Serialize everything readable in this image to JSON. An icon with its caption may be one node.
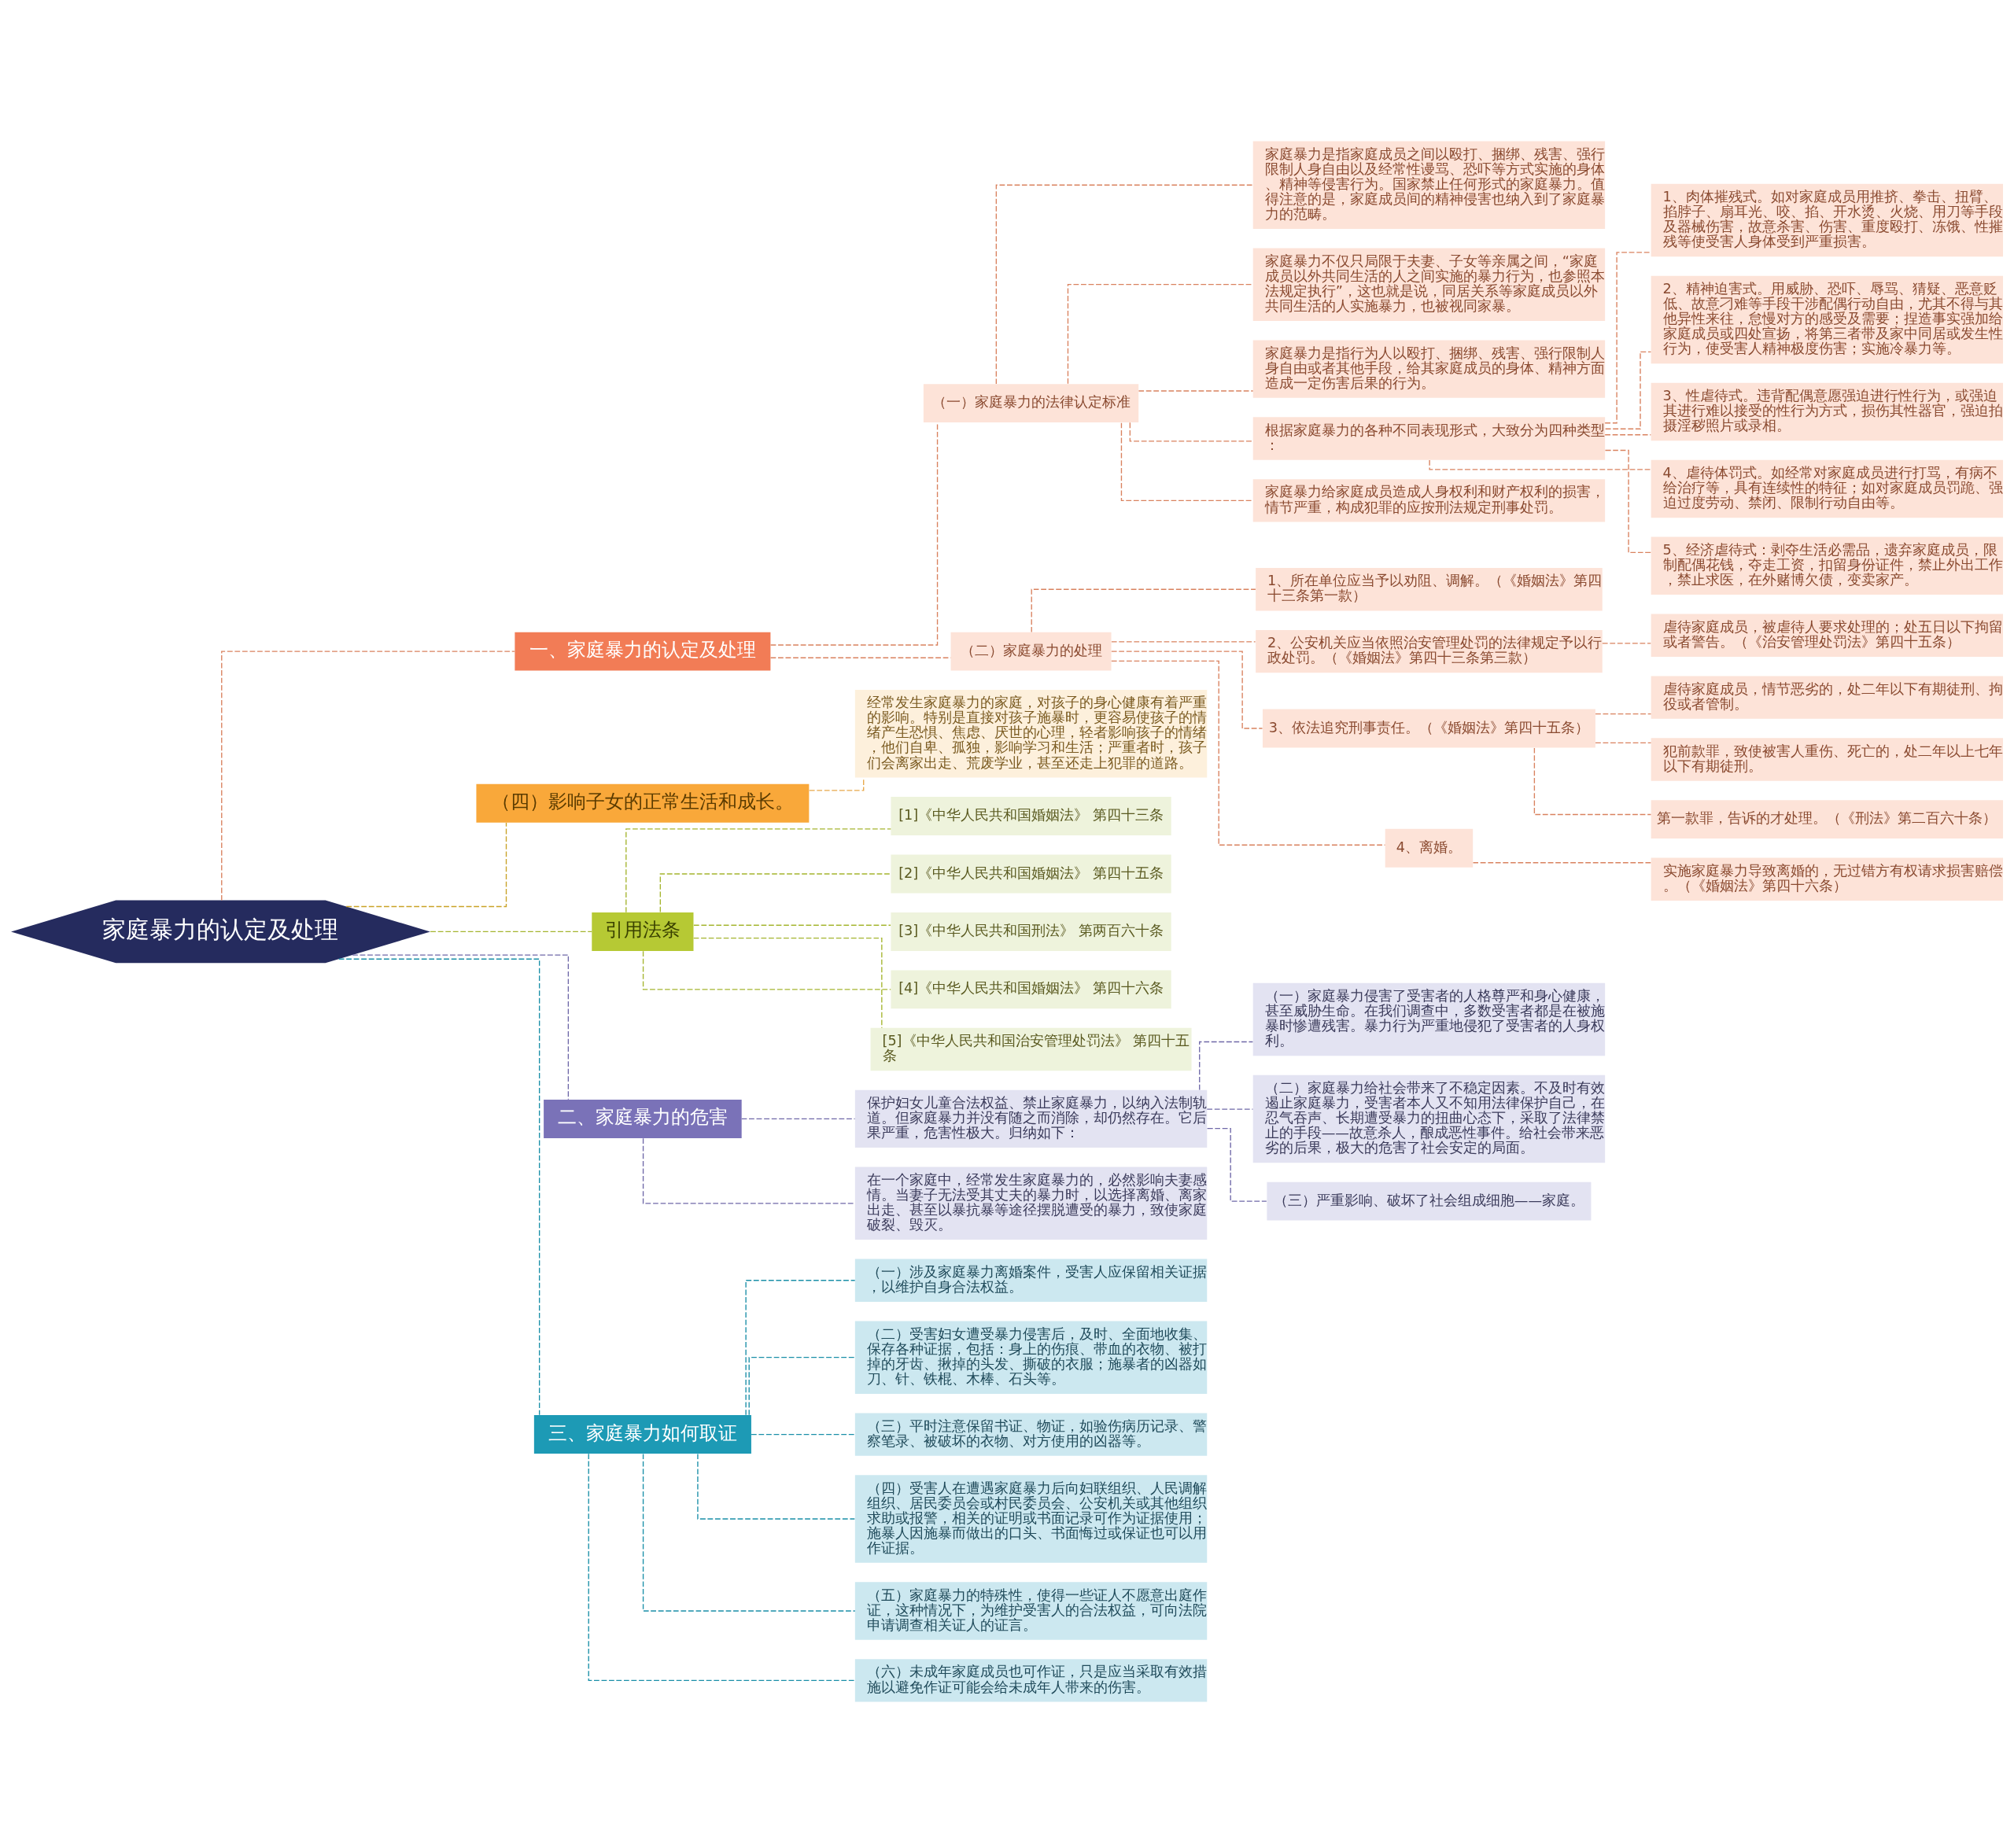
{
  "diagram": {
    "nodes": [
      {
        "text": [
          "家庭暴力的认定及处理"
        ]
      },
      {
        "text": [
          "一、家庭暴力的认定及处理"
        ]
      },
      {
        "text": [
          "（一）家庭暴力的法律认定标准"
        ]
      },
      {
        "text": [
          "家庭暴力是指家庭成员之间以殴打、捆绑、残害、强行限制人身自由以及经常性谩骂、恐吓等方式实施的身体、精神等侵害行为。国家禁止任何形式的家庭暴力。值得注意的是，家庭成员间的精神侵害也纳入到了家庭暴力的范畴。"
        ]
      },
      {
        "text": [
          "家庭暴力不仅只局限于夫妻、子女等亲属之间，“家庭成员以外共同生活的人之间实施的暴力行为，也参照本法规定执行”，这也就是说，同居关系等家庭成员以外共同生活的人实施暴力，也被视同家暴。"
        ]
      },
      {
        "text": [
          "家庭暴力是指行为人以殴打、捆绑、残害、强行限制人身自由或者其他手段，给其家庭成员的身体、精神方面造成一定伤害后果的行为。"
        ]
      },
      {
        "text": [
          "根据家庭暴力的各种不同表现形式，大致分为四种类型："
        ]
      },
      {
        "text": [
          "1、肉体摧残式。如对家庭成员用推挤、拳击、扭臂、掐脖子、扇耳光、咬、掐、开水烫、火烧、用刀等手段及器械伤害，故意杀害、伤害、重度殴打、冻饿、性摧残等使受害人身体受到严重损害。"
        ]
      },
      {
        "text": [
          "2、精神迫害式。用威胁、恐吓、辱骂、猜疑、恶意贬低、故意刁难等手段干涉配偶行动自由，尤其不得与其他异性来往，怠慢对方的感受及需要；捏造事实强加给家庭成员或四处宣扬，将第三者带及家中同居或发生性行为，使受害人精神极度伤害；实施冷暴力等。"
        ]
      },
      {
        "text": [
          "3、性虐待式。违背配偶意愿强迫进行性行为，或强迫其进行难以接受的性行为方式，损伤其性器官，强迫拍摄淫秽照片或录相。"
        ]
      },
      {
        "text": [
          "4、虐待体罚式。如经常对家庭成员进行打骂，有病不给治疗等，具有连续性的特征；如对家庭成员罚跪、强迫过度劳动、禁闭、限制行动自由等。"
        ]
      },
      {
        "text": [
          "5、经济虐待式：剥夺生活必需品，遗弃家庭成员，限制配偶花钱，夺走工资，扣留身份证件，禁止外出工作，禁止求医，在外赌博欠债，变卖家产。"
        ]
      },
      {
        "text": [
          "家庭暴力给家庭成员造成人身权利和财产权利的损害，情节严重，构成犯罪的应按刑法规定刑事处罚。"
        ]
      },
      {
        "text": [
          "（二）家庭暴力的处理"
        ]
      },
      {
        "text": [
          "1、所在单位应当予以劝阻、调解。（《婚姻法》第四十三条第一款）"
        ]
      },
      {
        "text": [
          "2、公安机关应当依照治安管理处罚的法律规定予以行政处罚。（《婚姻法》第四十三条第三款）"
        ]
      },
      {
        "text": [
          "虐待家庭成员，被虐待人要求处理的；处五日以下拘留或者警告。（《治安管理处罚法》第四十五条）"
        ]
      },
      {
        "text": [
          "3、依法追究刑事责任。（《婚姻法》第四十五条）"
        ]
      },
      {
        "text": [
          "虐待家庭成员，情节恶劣的，处二年以下有期徒刑、拘役或者管制。"
        ]
      },
      {
        "text": [
          "犯前款罪，致使被害人重伤、死亡的，处二年以上七年以下有期徒刑。"
        ]
      },
      {
        "text": [
          "第一款罪，告诉的才处理。（《刑法》第二百六十条）"
        ]
      },
      {
        "text": [
          "4、离婚。"
        ]
      },
      {
        "text": [
          "实施家庭暴力导致离婚的，无过错方有权请求损害赔偿。（《婚姻法》第四十六条）"
        ]
      },
      {
        "text": [
          "（四）影响子女的正常生活和成长。"
        ]
      },
      {
        "text": [
          "经常发生家庭暴力的家庭，对孩子的身心健康有着严重的影响。特别是直接对孩子施暴时，更容易使孩子的情绪产生恐惧、焦虑、厌世的心理，轻者影响孩子的情绪，他们自卑、孤独，影响学习和生活；严重者时，孩子们会离家出走、荒废学业，甚至还走上犯罪的道路。"
        ]
      },
      {
        "text": [
          "引用法条"
        ]
      },
      {
        "text": [
          "[1]《中华人民共和国婚姻法》 第四十三条"
        ]
      },
      {
        "text": [
          "[2]《中华人民共和国婚姻法》 第四十五条"
        ]
      },
      {
        "text": [
          "[3]《中华人民共和国刑法》 第两百六十条"
        ]
      },
      {
        "text": [
          "[4]《中华人民共和国婚姻法》 第四十六条"
        ]
      },
      {
        "text": [
          "[5]《中华人民共和国治安管理处罚法》 第四十五条"
        ]
      },
      {
        "text": [
          "二、家庭暴力的危害"
        ]
      },
      {
        "text": [
          "保护妇女儿童合法权益、禁止家庭暴力，以纳入法制轨道。但家庭暴力并没有随之而消除，却仍然存在。它后果严重，危害性极大。归纳如下："
        ]
      },
      {
        "text": [
          "（一）家庭暴力侵害了受害者的人格尊严和身心健康，甚至威胁生命。在我们调查中，多数受害者都是在被施暴时惨遭残害。暴力行为严重地侵犯了受害者的人身权利。"
        ]
      },
      {
        "text": [
          "（二）家庭暴力给社会带来了不稳定因素。不及时有效遏止家庭暴力，受害者本人又不知用法律保护自己，在忍气吞声、长期遭受暴力的扭曲心态下，采取了法律禁止的手段——故意杀人，酿成恶性事件。给社会带来恶劣的后果，极大的危害了社会安定的局面。"
        ]
      },
      {
        "text": [
          "（三）严重影响、破坏了社会组成细胞——家庭。"
        ]
      },
      {
        "text": [
          "在一个家庭中，经常发生家庭暴力的，必然影响夫妻感情。当妻子无法受其丈夫的暴力时，以选择离婚、离家出走、甚至以暴抗暴等途径摆脱遭受的暴力，致使家庭破裂、毁灭。"
        ]
      },
      {
        "text": [
          "三、家庭暴力如何取证"
        ]
      },
      {
        "text": [
          "（一）涉及家庭暴力离婚案件，受害人应保留相关证据，以维护自身合法权益。"
        ]
      },
      {
        "text": [
          "（二）受害妇女遭受暴力侵害后，及时、全面地收集、保存各种证据，包括：身上的伤痕、带血的衣物、被打掉的牙齿、揪掉的头发、撕破的衣服；施暴者的凶器如刀、针、铁棍、木棒、石头等。"
        ]
      },
      {
        "text": [
          "（三）平时注意保留书证、物证，如验伤病历记录、警察笔录、被破坏的衣物、对方使用的凶器等。"
        ]
      },
      {
        "text": [
          "（四）受害人在遭遇家庭暴力后向妇联组织、人民调解组织、居民委员会或村民委员会、公安机关或其他组织求助或报警，相关的证明或书面记录可作为证据使用；施暴人因施暴而做出的口头、书面悔过或保证也可以用作证据。"
        ]
      },
      {
        "text": [
          "（五）家庭暴力的特殊性，使得一些证人不愿意出庭作证，这种情况下，为维护受害人的合法权益，可向法院申请调查相关证人的证言。"
        ]
      },
      {
        "text": [
          "（六）未成年家庭成员也可作证，只是应当采取有效措施以避免作证可能会给未成年人带来的伤害。"
        ]
      }
    ],
    "edges": [
      {
        "from": 0,
        "to": 1,
        "arrow": "none",
        "style": "dashed"
      },
      {
        "from": 1,
        "to": 2,
        "arrow": "none",
        "style": "dashed"
      },
      {
        "from": 2,
        "to": 3,
        "arrow": "none",
        "style": "dashed"
      },
      {
        "from": 2,
        "to": 4,
        "arrow": "none",
        "style": "dashed"
      },
      {
        "from": 2,
        "to": 5,
        "arrow": "none",
        "style": "dashed"
      },
      {
        "from": 2,
        "to": 6,
        "arrow": "none",
        "style": "dashed"
      },
      {
        "from": 6,
        "to": 7,
        "arrow": "none",
        "style": "dashed"
      },
      {
        "from": 6,
        "to": 8,
        "arrow": "none",
        "style": "dashed"
      },
      {
        "from": 6,
        "to": 9,
        "arrow": "none",
        "style": "dashed"
      },
      {
        "from": 6,
        "to": 10,
        "arrow": "none",
        "style": "dashed"
      },
      {
        "from": 6,
        "to": 11,
        "arrow": "none",
        "style": "dashed"
      },
      {
        "from": 2,
        "to": 12,
        "arrow": "none",
        "style": "dashed"
      },
      {
        "from": 1,
        "to": 13,
        "arrow": "none",
        "style": "dashed"
      },
      {
        "from": 13,
        "to": 14,
        "arrow": "none",
        "style": "dashed"
      },
      {
        "from": 13,
        "to": 15,
        "arrow": "none",
        "style": "dashed"
      },
      {
        "from": 15,
        "to": 16,
        "arrow": "none",
        "style": "dashed"
      },
      {
        "from": 13,
        "to": 17,
        "arrow": "none",
        "style": "dashed"
      },
      {
        "from": 17,
        "to": 18,
        "arrow": "none",
        "style": "dashed"
      },
      {
        "from": 17,
        "to": 19,
        "arrow": "none",
        "style": "dashed"
      },
      {
        "from": 17,
        "to": 20,
        "arrow": "none",
        "style": "dashed"
      },
      {
        "from": 13,
        "to": 21,
        "arrow": "none",
        "style": "dashed"
      },
      {
        "from": 21,
        "to": 22,
        "arrow": "none",
        "style": "dashed"
      },
      {
        "from": 0,
        "to": 23,
        "arrow": "none",
        "style": "dashed",
        "color": "#c9a227"
      },
      {
        "from": 23,
        "to": 24,
        "arrow": "none",
        "style": "dashed",
        "color": "#e8a84a"
      },
      {
        "from": 0,
        "to": 25,
        "arrow": "none",
        "style": "dashed",
        "color": "#a5b52f"
      },
      {
        "from": 25,
        "to": 26,
        "arrow": "none",
        "style": "dashed",
        "color": "#a5b52f"
      },
      {
        "from": 25,
        "to": 27,
        "arrow": "none",
        "style": "dashed",
        "color": "#a5b52f"
      },
      {
        "from": 25,
        "to": 28,
        "arrow": "none",
        "style": "dashed",
        "color": "#a5b52f"
      },
      {
        "from": 25,
        "to": 29,
        "arrow": "none",
        "style": "dashed",
        "color": "#a5b52f"
      },
      {
        "from": 25,
        "to": 30,
        "arrow": "none",
        "style": "dashed",
        "color": "#a5b52f"
      },
      {
        "from": 0,
        "to": 31,
        "arrow": "none",
        "style": "dashed",
        "color": "#6f68a8"
      },
      {
        "from": 31,
        "to": 32,
        "arrow": "none",
        "style": "dashed",
        "color": "#6f68a8"
      },
      {
        "from": 32,
        "to": 33,
        "arrow": "none",
        "style": "dashed",
        "color": "#6f68a8"
      },
      {
        "from": 32,
        "to": 34,
        "arrow": "none",
        "style": "dashed",
        "color": "#6f68a8"
      },
      {
        "from": 32,
        "to": 35,
        "arrow": "none",
        "style": "dashed",
        "color": "#6f68a8"
      },
      {
        "from": 31,
        "to": 36,
        "arrow": "none",
        "style": "dashed",
        "color": "#6f68a8"
      },
      {
        "from": 0,
        "to": 37,
        "arrow": "none",
        "style": "dashed",
        "color": "#1a8fa8"
      },
      {
        "from": 37,
        "to": 38,
        "arrow": "none",
        "style": "dashed",
        "color": "#1a8fa8"
      },
      {
        "from": 37,
        "to": 39,
        "arrow": "none",
        "style": "dashed",
        "color": "#1a8fa8"
      },
      {
        "from": 37,
        "to": 40,
        "arrow": "none",
        "style": "dashed",
        "color": "#1a8fa8"
      },
      {
        "from": 37,
        "to": 41,
        "arrow": "none",
        "style": "dashed",
        "color": "#1a8fa8"
      },
      {
        "from": 37,
        "to": 42,
        "arrow": "none",
        "style": "dashed",
        "color": "#1a8fa8"
      },
      {
        "from": 37,
        "to": 43,
        "arrow": "none",
        "style": "dashed",
        "color": "#1a8fa8"
      }
    ]
  }
}
